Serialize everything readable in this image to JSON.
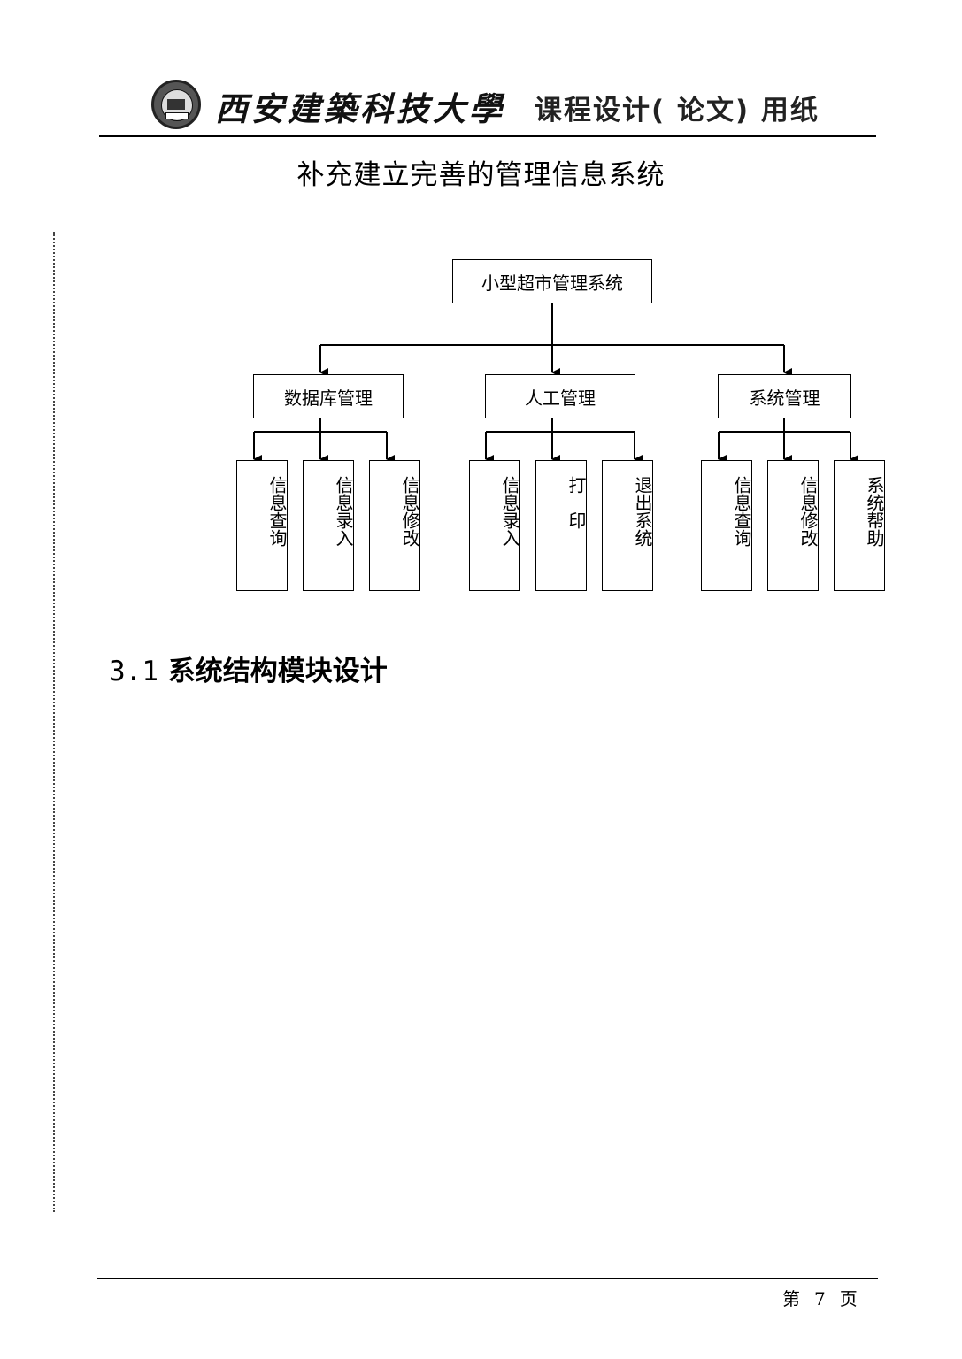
{
  "header": {
    "university_name": "西安建築科技大學",
    "title": "课程设计( 论文) 用纸"
  },
  "page_title": "补充建立完善的管理信息系统",
  "diagram": {
    "root": "小型超市管理系统",
    "groups": [
      {
        "label": "数据库管理",
        "children": [
          "信息查询",
          "信息录入",
          "信息修改"
        ]
      },
      {
        "label": "人工管理",
        "children": [
          "信息录入",
          "打　印",
          "退出系统"
        ]
      },
      {
        "label": "系统管理",
        "children": [
          "信息查询",
          "信息修改",
          "系统帮助"
        ]
      }
    ]
  },
  "section_heading": {
    "number": "3.1",
    "text": "系统结构模块设计"
  },
  "footer": {
    "prefix": "第",
    "page": "7",
    "suffix": "页"
  }
}
